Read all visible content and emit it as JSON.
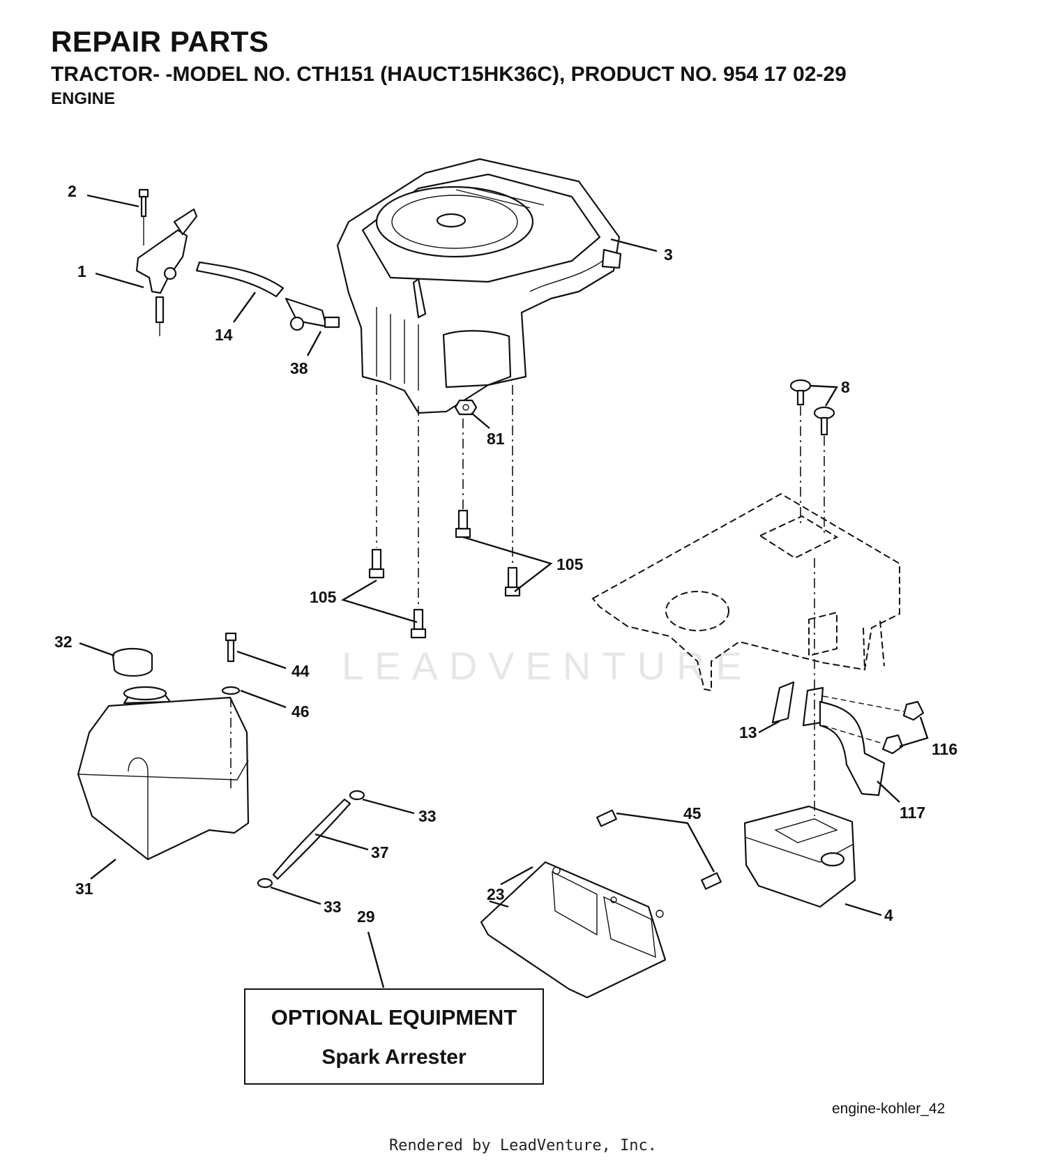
{
  "header": {
    "title": "REPAIR PARTS",
    "subtitle": "TRACTOR- -MODEL NO. CTH151 (HAUCT15HK36C), PRODUCT NO. 954 17 02-29",
    "section": "ENGINE"
  },
  "callouts": {
    "c1": "1",
    "c2": "2",
    "c3": "3",
    "c4": "4",
    "c8": "8",
    "c13": "13",
    "c14": "14",
    "c23": "23",
    "c29": "29",
    "c31": "31",
    "c32": "32",
    "c33a": "33",
    "c33b": "33",
    "c37": "37",
    "c38": "38",
    "c44": "44",
    "c45": "45",
    "c46": "46",
    "c81": "81",
    "c105a": "105",
    "c105b": "105",
    "c116": "116",
    "c117": "117"
  },
  "optional_equipment": {
    "title": "OPTIONAL EQUIPMENT",
    "item": "Spark Arrester"
  },
  "diagram_id": "engine-kohler_42",
  "watermark": "LEADVENTURE",
  "footer": "Rendered by LeadVenture, Inc."
}
